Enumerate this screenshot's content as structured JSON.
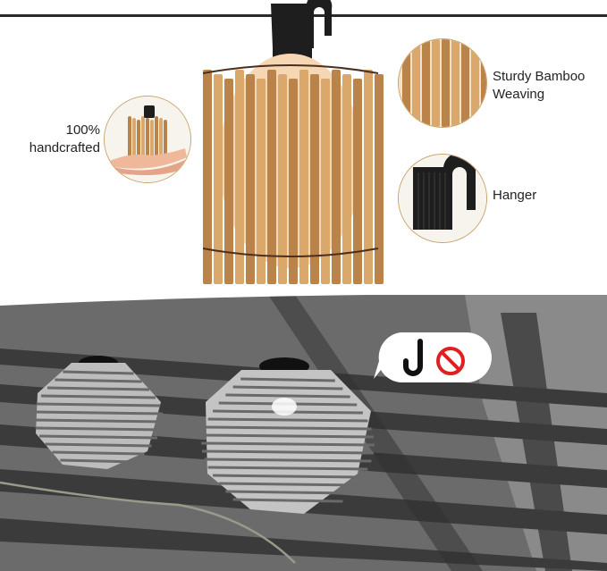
{
  "features": {
    "handcrafted": {
      "text": "100%\nhandcrafted",
      "line1": "100%",
      "line2": "handcrafted"
    },
    "bamboo": {
      "line1": "Sturdy Bamboo",
      "line2": "Weaving"
    },
    "hanger": {
      "text": "Hanger"
    }
  },
  "colors": {
    "bamboo": "#d9a86a",
    "bamboo_dark": "#b9834a",
    "wire": "#2a2a2a",
    "circle_border": "#c9a36b",
    "hanger": "#1e1e1e",
    "no_symbol": "#e02020"
  },
  "icons": {
    "callout": "hook-no-symbol-icon"
  }
}
